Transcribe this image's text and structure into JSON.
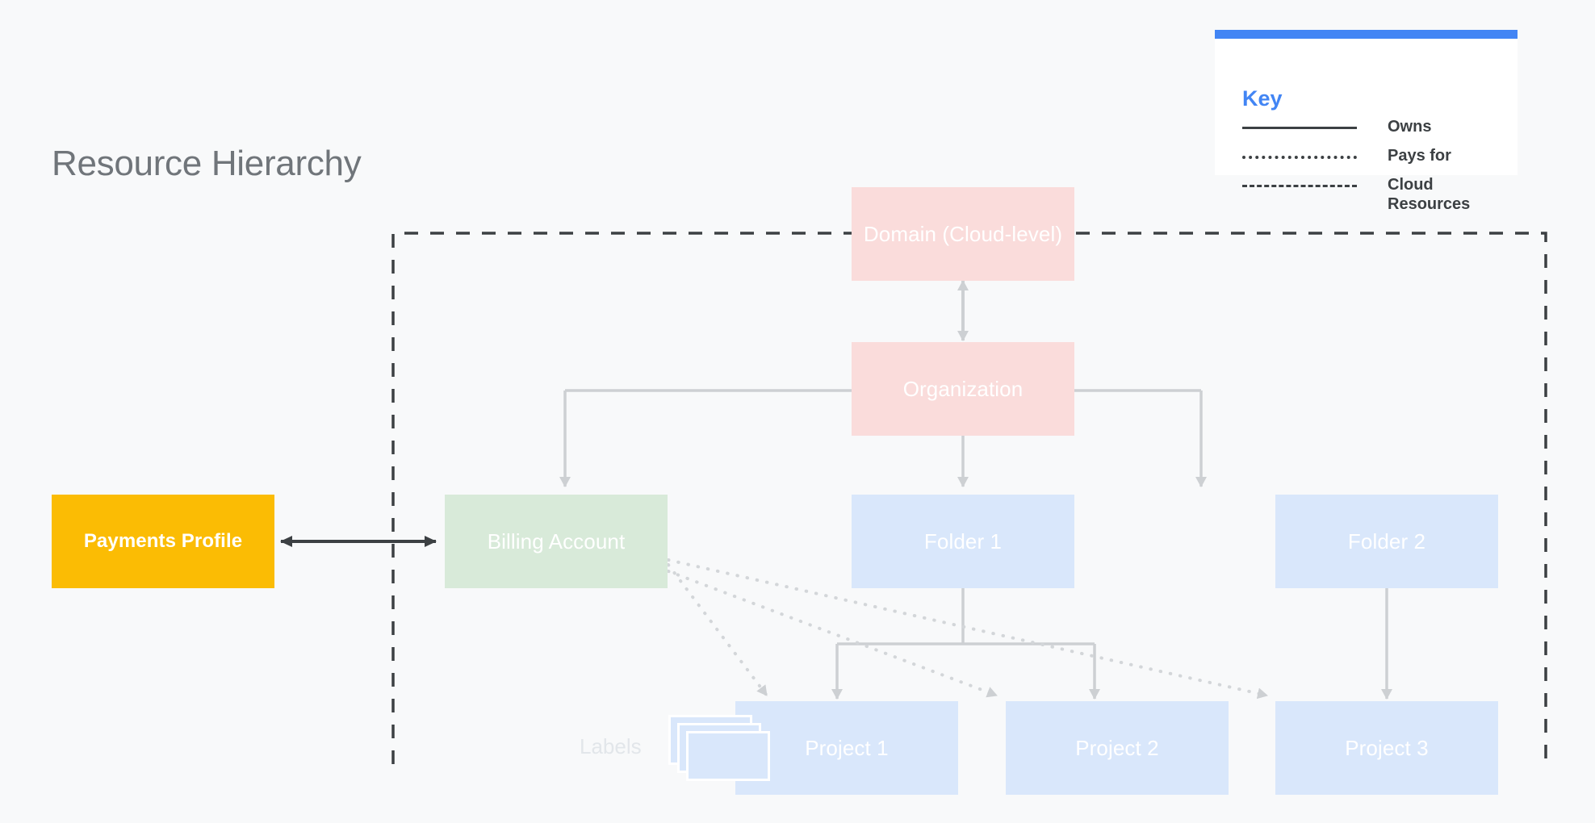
{
  "title": "Resource Hierarchy",
  "key": {
    "heading": "Key",
    "accent_color": "#4285f4",
    "entries": [
      {
        "style": "solid",
        "label": "Owns"
      },
      {
        "style": "dotted",
        "label": "Pays for"
      },
      {
        "style": "dashed",
        "label": "Cloud Resources"
      }
    ]
  },
  "nodes": {
    "domain": "Domain (Cloud-level)",
    "organization": "Organization",
    "billing_account": "Billing Account",
    "payments_profile": "Payments Profile",
    "folder_1": "Folder 1",
    "folder_2": "Folder 2",
    "project_1": "Project 1",
    "project_2": "Project 2",
    "project_3": "Project 3",
    "labels": "Labels"
  },
  "colors": {
    "background": "#f8f9fa",
    "pink": "#fadcdb",
    "blue": "#d9e7fb",
    "green": "#d8ead9",
    "amber": "#fbbc04",
    "connector": "#c6c8ca",
    "dark_connector": "#3c4043",
    "boundary": "#3c4043",
    "title_text": "#70757a"
  },
  "relations": [
    {
      "from": "domain",
      "to": "organization",
      "type": "owns",
      "direction": "both"
    },
    {
      "from": "organization",
      "to": "billing_account",
      "type": "owns"
    },
    {
      "from": "organization",
      "to": "folder_1",
      "type": "owns"
    },
    {
      "from": "organization",
      "to": "folder_2",
      "type": "owns"
    },
    {
      "from": "payments_profile",
      "to": "billing_account",
      "type": "owns",
      "direction": "both"
    },
    {
      "from": "folder_1",
      "to": "project_1",
      "type": "owns"
    },
    {
      "from": "folder_1",
      "to": "project_2",
      "type": "owns"
    },
    {
      "from": "folder_2",
      "to": "project_3",
      "type": "owns"
    },
    {
      "from": "billing_account",
      "to": "project_1",
      "type": "pays-for"
    },
    {
      "from": "billing_account",
      "to": "project_2",
      "type": "pays-for"
    },
    {
      "from": "billing_account",
      "to": "project_3",
      "type": "pays-for"
    }
  ],
  "cloud_boundary": {
    "label": "Cloud Resources"
  }
}
